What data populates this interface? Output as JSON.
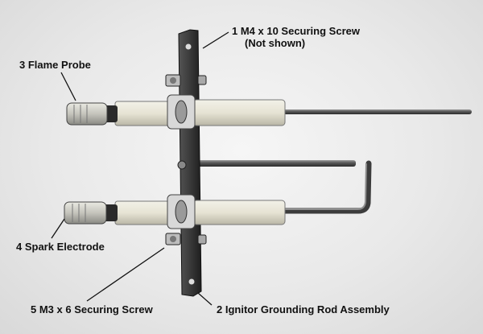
{
  "labels": {
    "l1": "1  M4 x 10 Securing Screw",
    "l1_sub": "(Not shown)",
    "l2": "2  Ignitor Grounding Rod Assembly",
    "l3": "3  Flame Probe",
    "l4": "4  Spark Electrode",
    "l5": "5  M3 x 6 Securing Screw"
  }
}
